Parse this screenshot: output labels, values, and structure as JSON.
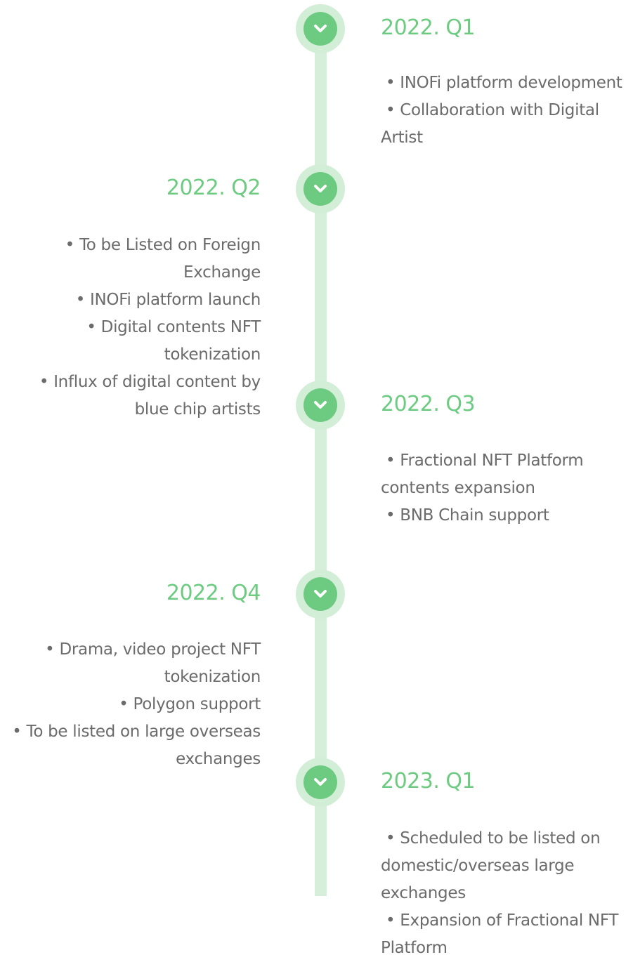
{
  "roadmap": {
    "colors": {
      "accent": "#6ccb80",
      "line": "#d6efda",
      "ring": "#d3eed7",
      "text": "#6b6b6b"
    },
    "node_icon": "chevron-down-icon",
    "milestones": [
      {
        "title": "2022. Q1",
        "items": [
          "INOFi platform development",
          "Collaboration with Digital Artist"
        ]
      },
      {
        "title": "2022. Q2",
        "items": [
          "To be Listed on Foreign Exchange",
          "INOFi platform launch",
          "Digital contents NFT tokenization",
          "Influx of digital content by blue chip artists"
        ]
      },
      {
        "title": "2022. Q3",
        "items": [
          "Fractional NFT Platform contents expansion",
          "BNB Chain support"
        ]
      },
      {
        "title": "2022. Q4",
        "items": [
          "Drama, video project NFT tokenization",
          "Polygon support",
          "To be listed on large overseas exchanges"
        ]
      },
      {
        "title": "2023. Q1",
        "items": [
          "Scheduled to be listed on domestic/overseas large exchanges",
          "Expansion of Fractional NFT Platform"
        ]
      }
    ]
  }
}
